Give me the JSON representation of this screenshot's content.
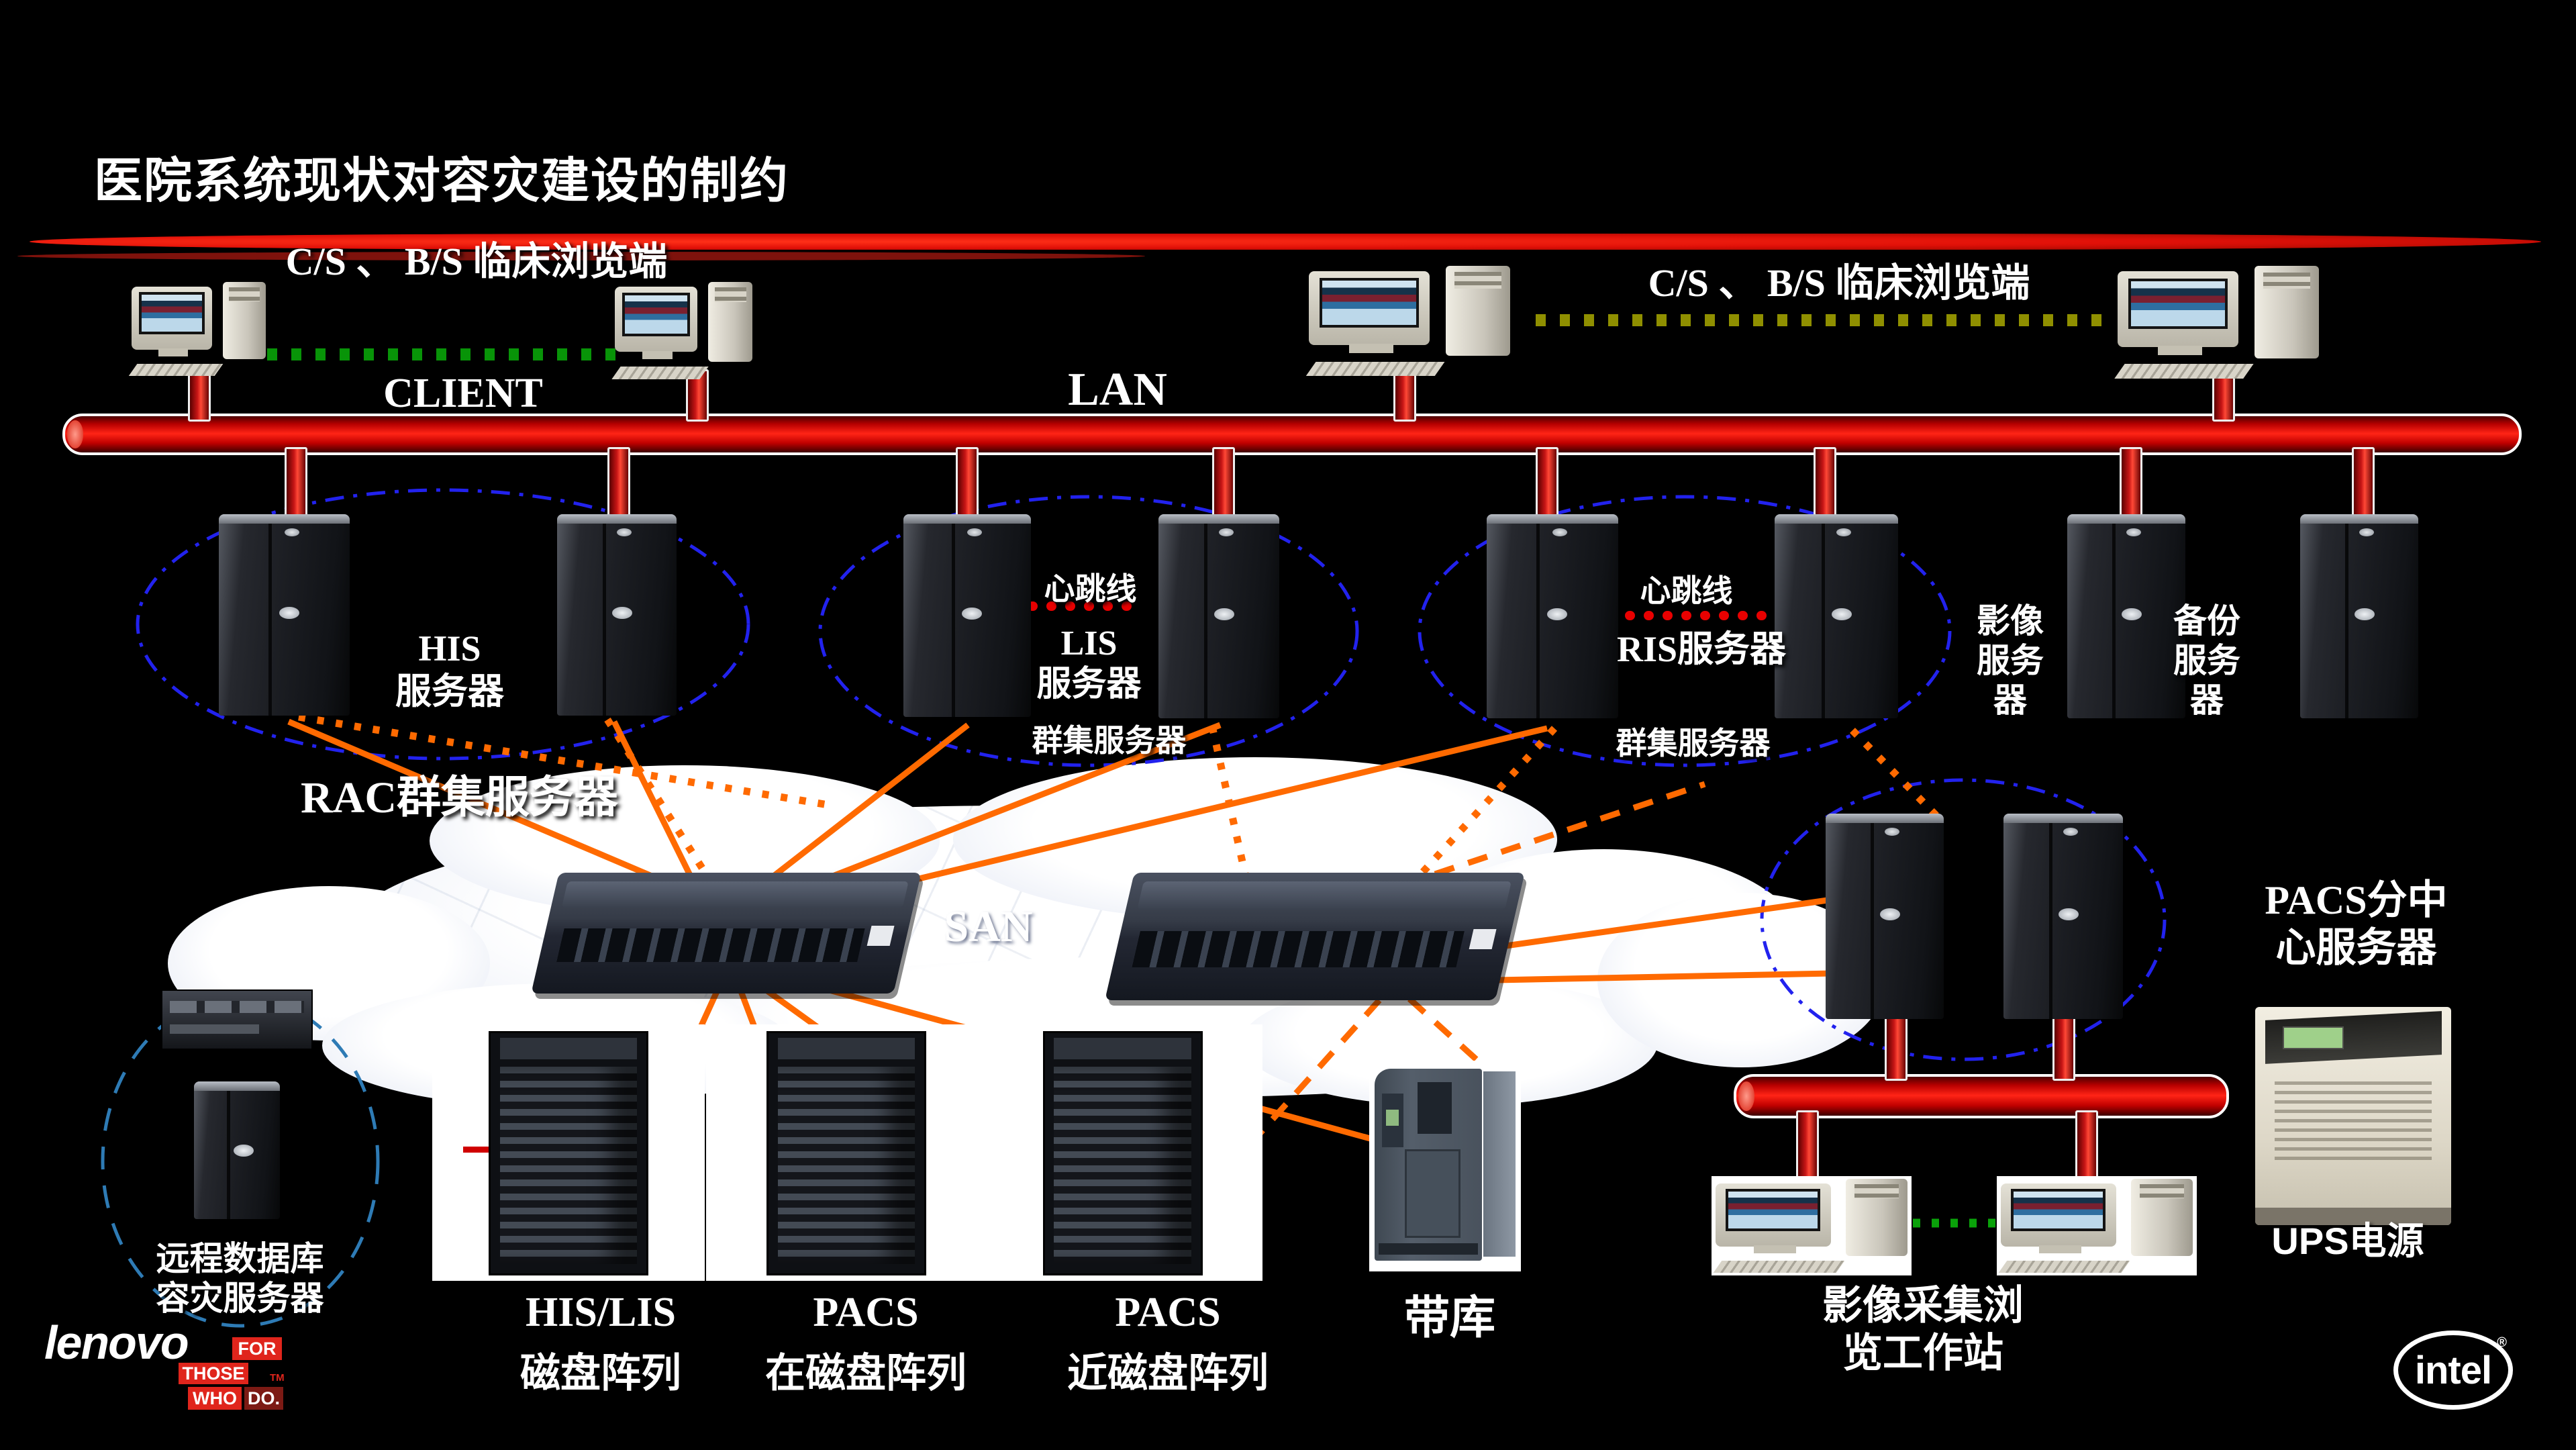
{
  "title": "医院系统现状对容灾建设的制约",
  "colors": {
    "background": "#000000",
    "bus_red": "#cc0000",
    "line_orange": "#ff6a00",
    "cluster_ellipse_blue": "#2222ee",
    "remote_ellipse_blue": "#2e7bb5",
    "heartbeat_red": "#e80000",
    "dashed_green": "#089408",
    "dashed_olive": "#8f8f00",
    "lenovo_red": "#e0251c"
  },
  "client_zone": {
    "cs_label_left": "C/S 、 B/S 临床浏览端",
    "cs_label_right": "C/S 、 B/S 临床浏览端",
    "client": "CLIENT",
    "lan": "LAN"
  },
  "clusters": {
    "his_label": "HIS\n服务器",
    "rac_label": "RAC群集服务器",
    "heartbeat_lis": "心跳线",
    "lis_label": "LIS\n服务器",
    "lis_cluster": "群集服务器",
    "heartbeat_ris": "心跳线",
    "ris_label": "RIS服务器",
    "ris_cluster": "群集服务器",
    "image_server": "影像\n服务\n器",
    "backup_server": "备份\n服务\n器"
  },
  "san": {
    "label": "SAN"
  },
  "storage": {
    "remote_dr": "远程数据库\n容灾服务器",
    "his_lis_array_en": "HIS/LIS",
    "his_lis_array_cn": "磁盘阵列",
    "pacs_online_en": "PACS",
    "pacs_online_cn": "在磁盘阵列",
    "pacs_near_en": "PACS",
    "pacs_near_cn": "近磁盘阵列",
    "tape_library": "带库"
  },
  "right_zone": {
    "pacs_branch": "PACS分中\n心服务器",
    "ups": "UPS电源",
    "workstation": "影像采集浏\n览工作站"
  },
  "logos": {
    "lenovo": "lenovo",
    "tag_for": "FOR",
    "tag_those": "THOSE",
    "tag_who": "WHO",
    "tag_do": "DO.",
    "tm": "TM",
    "intel": "intel",
    "registered": "®"
  }
}
